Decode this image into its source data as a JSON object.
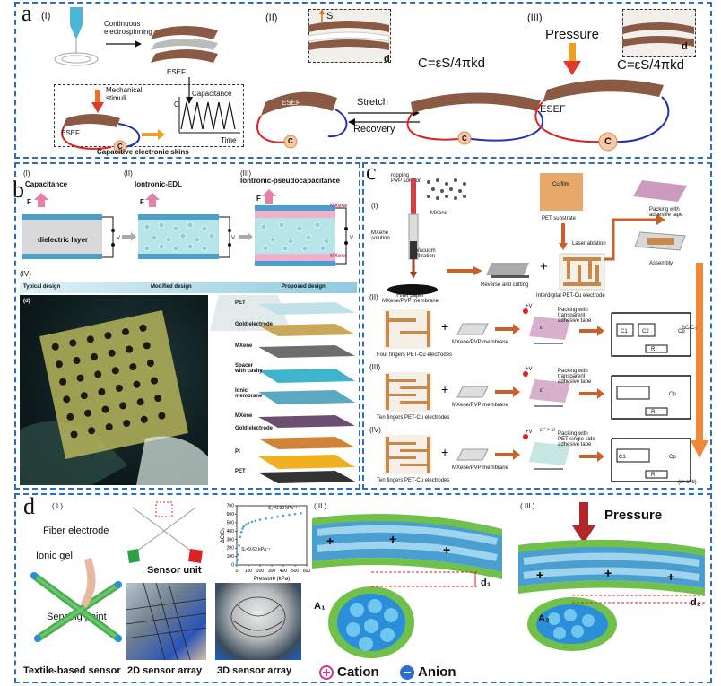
{
  "panel_a": {
    "label": "a",
    "sub1": "(I)",
    "sub2": "(II)",
    "sub3": "(III)",
    "electrospinning": "Continuous\nelectrospinning",
    "esef": "ESEF",
    "mechanical": "Mechanical\nstimuli",
    "capacitance": "Capacitance",
    "c_axis": "C",
    "time": "Time",
    "caption": "Capacitive electronic skins",
    "c_symbol": "C",
    "s_label": "S",
    "d_label": "d",
    "formula": "C=εS/4πkd",
    "stretch": "Stretch",
    "recovery": "Recovery",
    "pressure": "Pressure"
  },
  "panel_b": {
    "label": "b",
    "sub1": "(I)",
    "sub2": "(II)",
    "sub3": "(III)",
    "sub4": "(IV)",
    "capacitance": "Capacitance",
    "iontronic_edl": "Iontronic-EDL",
    "iontronic_pseudo": "Iontronic-pseudocapacitance",
    "f_label": "F",
    "v_label": "V",
    "dielectric": "dielectric layer",
    "mxene": "MXene",
    "typical": "Typical design",
    "modified": "Modified design",
    "proposed": "Proposed design",
    "d_tag": "(d)",
    "layers": [
      "PET",
      "Gold electrode",
      "MXene",
      "Spacer\nwith cavity",
      "Ionic\nmembrane",
      "MXene",
      "Gold electrode",
      "PI",
      "PET"
    ]
  },
  "panel_c": {
    "label": "c",
    "sub1": "(I)",
    "sub2": "(II)",
    "sub3": "(III)",
    "sub4": "(IV)",
    "dropping": "ropping\nPVP solution",
    "mxene": "MXene",
    "mxene_solution": "MXene\nsolution",
    "vacuum": "Vacuum\nfiltration",
    "filter": "Filter paper\nMXene/PVP membrane",
    "reverse": "Reverse and cutting",
    "interdigital": "Interdigital PET-Cu electrode",
    "cu_film": "Cu film",
    "pet_substrate": "PET substrate",
    "laser": "Laser ablation",
    "packing": "Packing with\nadhesive tape",
    "assembly": "Assembly",
    "four_fingers": "Four fingers PET-Cu electrodes",
    "ten_fingers_a": "Ten fingers PET-Cu electrodes",
    "ten_fingers_b": "Ten fingers PET-Cu electrodes",
    "membrane": "MXene/PVP membrane",
    "packing_transparent": "Packing with\ntransparent\nadhesive tape",
    "packing_pet": "Packing with\nPET single side\nadhesive tape",
    "delta_c": "ΔC/C₀",
    "order": "(d>c>b)",
    "plus_v": "+V",
    "eps_r": "εr",
    "eps_cmp": "εr' > εr",
    "c1": "C1",
    "c2": "C2",
    "cp": "Cp",
    "r": "R"
  },
  "panel_d": {
    "label": "d",
    "sub1": "( I )",
    "sub2": "( II )",
    "sub3": "( III )",
    "fiber_electrode": "Fiber electrode",
    "ionic_gel": "Ionic gel",
    "sensing_point": "Sensing point",
    "sensor_unit": "Sensor unit",
    "textile": "Textile-based sensor",
    "array_2d": "2D sensor array",
    "array_3d": "3D sensor array",
    "pressure": "Pressure",
    "d1": "d₁",
    "d2": "d₂",
    "a1": "A₁",
    "a2": "A₂",
    "cation": "Cation",
    "anion": "Anion",
    "s2": "S₂=0.99 kPa⁻¹",
    "s1": "S₁=9.62 kPa⁻¹",
    "ylabel": "ΔC/C₀",
    "xlabel": "Pressure (kPa)"
  },
  "chart_data": {
    "type": "scatter",
    "title": "",
    "xlabel": "Pressure (kPa)",
    "ylabel": "ΔC/C₀",
    "xlim": [
      0,
      600
    ],
    "ylim": [
      0,
      700
    ],
    "xticks": [
      0,
      100,
      200,
      300,
      400,
      500,
      600
    ],
    "yticks": [
      0,
      100,
      200,
      300,
      400,
      500,
      600,
      700
    ],
    "x": [
      0,
      5,
      10,
      20,
      30,
      40,
      50,
      60,
      80,
      100,
      130,
      160,
      200,
      250,
      300,
      350,
      400,
      450,
      500,
      550
    ],
    "y": [
      0,
      60,
      120,
      230,
      330,
      390,
      430,
      455,
      480,
      495,
      510,
      522,
      535,
      548,
      560,
      572,
      583,
      593,
      603,
      612
    ],
    "annotations": [
      "S₂=0.99 kPa⁻¹",
      "S₁=9.62 kPa⁻¹"
    ],
    "colors": {
      "points": "#4aa6c8"
    }
  }
}
